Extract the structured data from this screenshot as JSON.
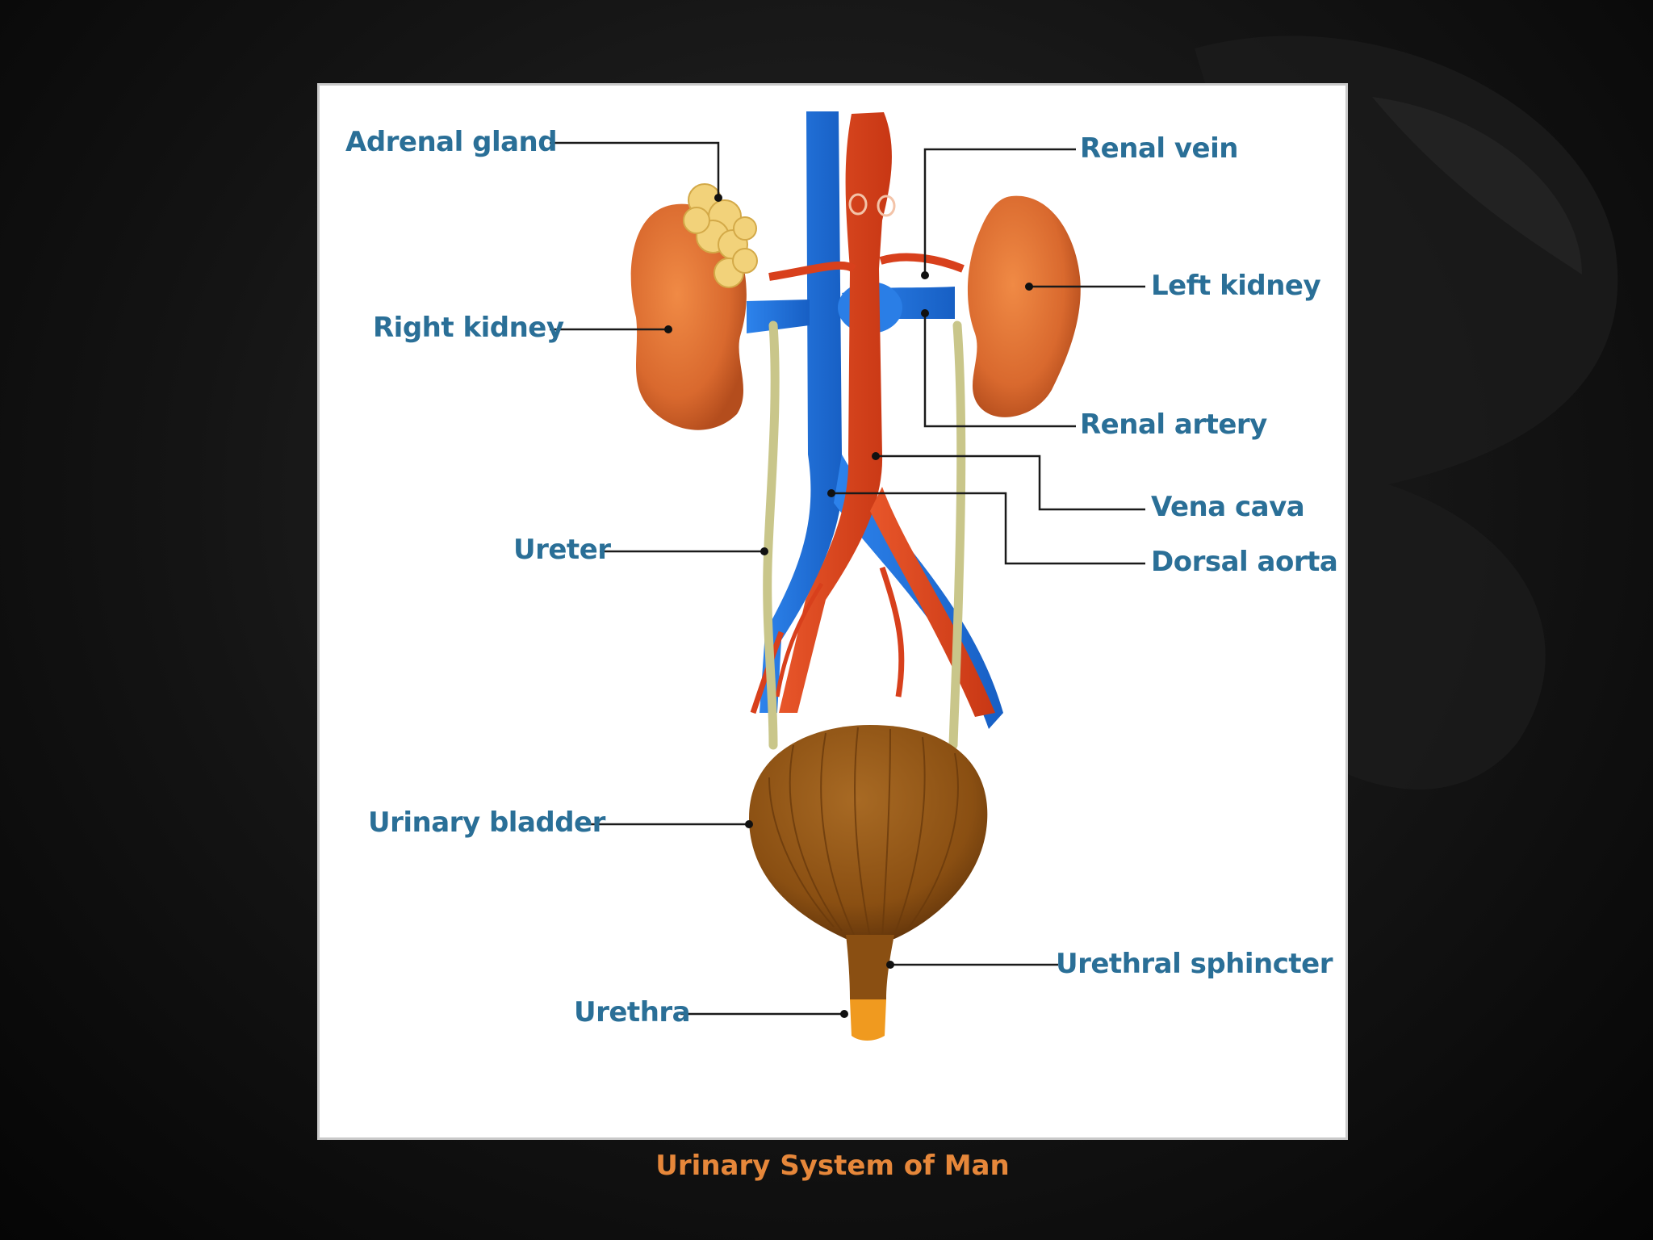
{
  "diagram": {
    "caption": "Urinary System of Man",
    "labels": {
      "adrenal_gland": "Adrenal gland",
      "right_kidney": "Right kidney",
      "ureter": "Ureter",
      "urinary_bladder": "Urinary bladder",
      "urethra": "Urethra",
      "renal_vein": "Renal vein",
      "left_kidney": "Left kidney",
      "renal_artery": "Renal artery",
      "vena_cava": "Vena cava",
      "dorsal_aorta": "Dorsal aorta",
      "urethral_sphincter": "Urethral sphincter"
    },
    "colors": {
      "label_text": "#2a6f97",
      "caption_text": "#e6873a",
      "vein_blue": "#1e6fd9",
      "artery_red": "#d8401c",
      "kidney_orange": "#d9692e",
      "bladder_brown": "#8a4f12",
      "adrenal_yellow": "#f2d27a",
      "ureter_tan": "#c9c68a"
    }
  }
}
